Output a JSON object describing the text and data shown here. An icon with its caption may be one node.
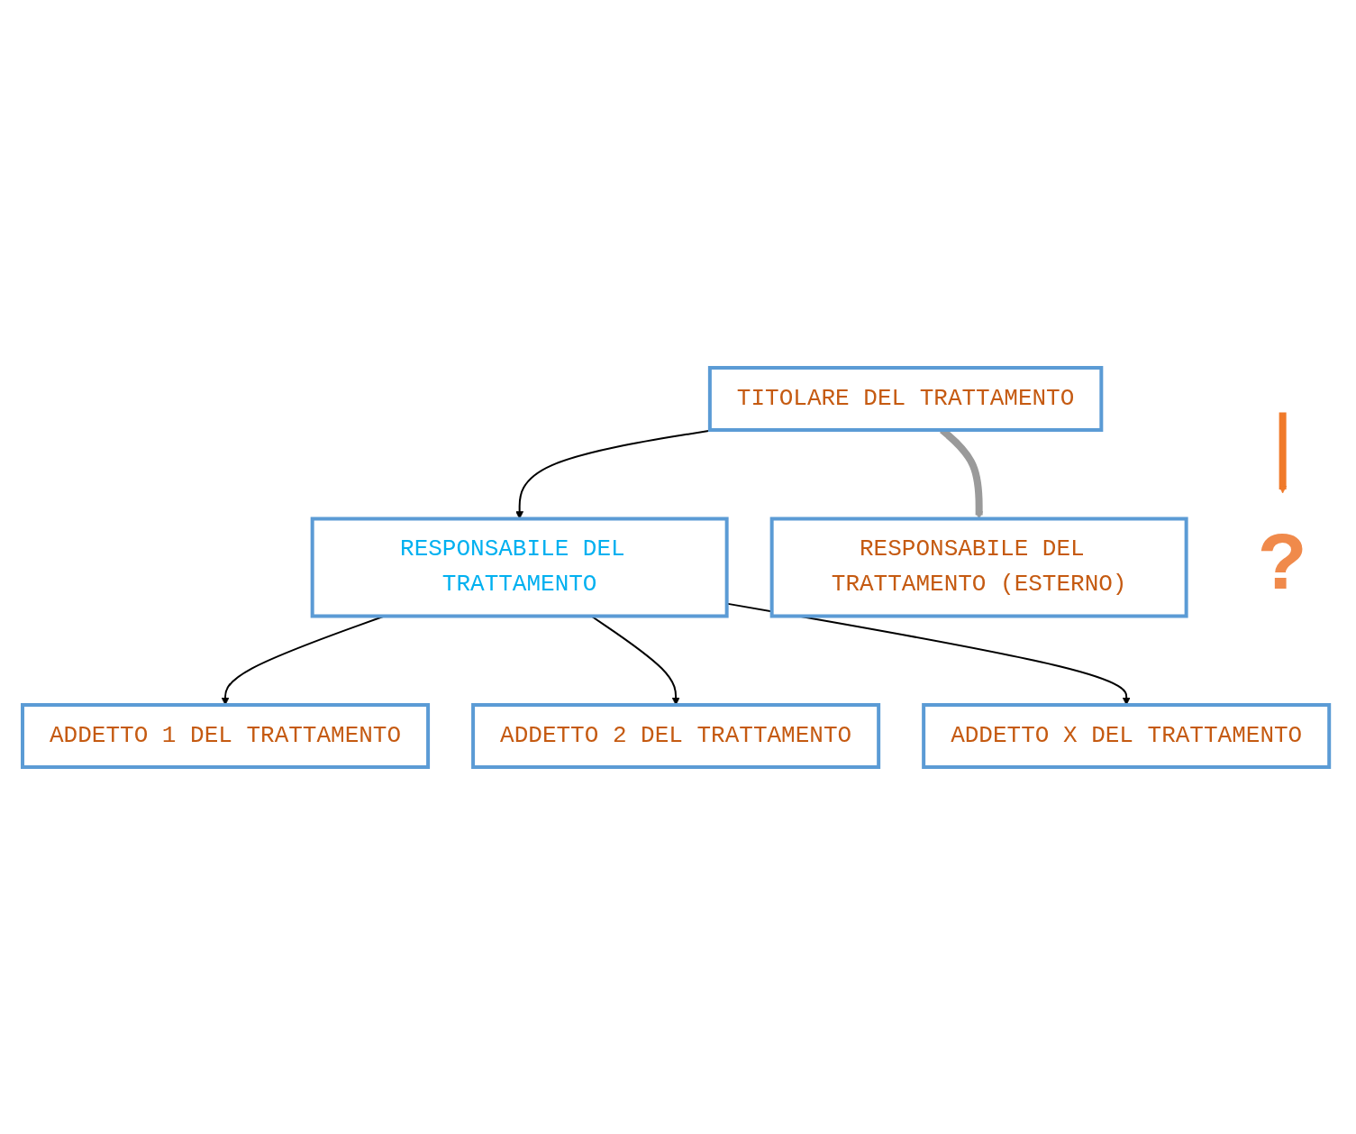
{
  "diagram": {
    "nodes": [
      {
        "text": [
          "TITOLARE DEL TRATTAMENTO"
        ]
      },
      {
        "text": [
          "RESPONSABILE DEL TRATTAMENTO"
        ]
      },
      {
        "text": [
          "ADDETTO 1 DEL TRATTAMENTO"
        ]
      },
      {
        "text": [
          "ADDETTO 2 DEL TRATTAMENTO"
        ]
      },
      {
        "text": [
          "ADDETTO X DEL TRATTAMENTO"
        ]
      },
      {
        "text": [
          "RESPONSABILE DEL TRATTAMENTO (ESTERNO)"
        ]
      },
      {
        "text": [
          "?"
        ]
      }
    ],
    "edges": [
      {
        "from": 0,
        "to": 1,
        "arrow": "to"
      },
      {
        "from": 1,
        "to": 2,
        "arrow": "to"
      },
      {
        "from": 1,
        "to": 3,
        "arrow": "to"
      },
      {
        "from": 1,
        "to": 4,
        "arrow": "to"
      },
      {
        "from": 0,
        "to": 5,
        "arrow": "to",
        "style": "thick",
        "color": "#9a9a9a"
      },
      {
        "from": null,
        "to": 6,
        "arrow": "to",
        "style": "thick",
        "color": "#f07a2a"
      }
    ]
  }
}
